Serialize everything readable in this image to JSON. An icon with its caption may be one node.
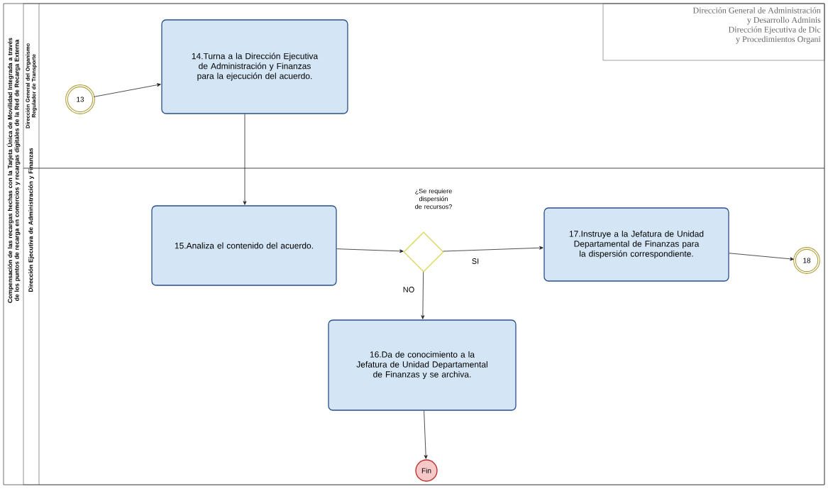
{
  "diagram": {
    "nodes": [
      {
        "text": [
          "Compensación de las recargas hechas con la Tarjeta Única de Movilidad Integrada a través de los puntos de recarga en comercios y recargas digitales de la Red de Recarga Externa"
        ]
      },
      {
        "text": [
          "Dirección General del Organismo Regulador de Transporte"
        ],
        "in": 0
      },
      {
        "text": [
          "Dirección Ejecutiva de Administración y Finanzas"
        ],
        "in": 0
      },
      {
        "text": [
          "13"
        ],
        "in": 1
      },
      {
        "text": [
          "14.Turna a la Dirección Ejecutiva de Administración y Finanzas para la ejecución del acuerdo."
        ],
        "in": 1
      },
      {
        "text": [
          "15.Analiza el contenido del acuerdo."
        ],
        "in": 2
      },
      {
        "text": [],
        "shape": "diamond",
        "in": 2,
        "beside": [
          "¿Se requiere dispersión de recursos?"
        ]
      },
      {
        "text": [
          "17.Instruye a la Jefatura de Unidad Departamental de Finanzas para la dispersión correspondiente."
        ],
        "in": 2
      },
      {
        "text": [
          "18"
        ],
        "in": 2
      },
      {
        "text": [
          "16.Da de conocimiento a la Jefatura de Unidad Departamental de Finanzas y se archiva."
        ],
        "in": 2
      },
      {
        "text": [
          "Fin"
        ],
        "in": 2
      },
      {
        "text": [
          "Dirección General de Administración",
          "y Desarrollo Adminis",
          "Dirección Ejecutiva de Dic",
          "y Procedimientos Organi"
        ],
        "in": 1
      }
    ],
    "edges": [
      {
        "from": 3,
        "to": 4,
        "arrow": "to"
      },
      {
        "from": 4,
        "to": 5,
        "arrow": "to"
      },
      {
        "from": 5,
        "to": 6,
        "arrow": "to"
      },
      {
        "from": 6,
        "to": 7,
        "arrow": "to",
        "label": "SI"
      },
      {
        "from": 7,
        "to": 8,
        "arrow": "to"
      },
      {
        "from": 6,
        "to": 9,
        "arrow": "to",
        "label": "NO"
      },
      {
        "from": 9,
        "to": 10,
        "arrow": "to"
      }
    ]
  }
}
